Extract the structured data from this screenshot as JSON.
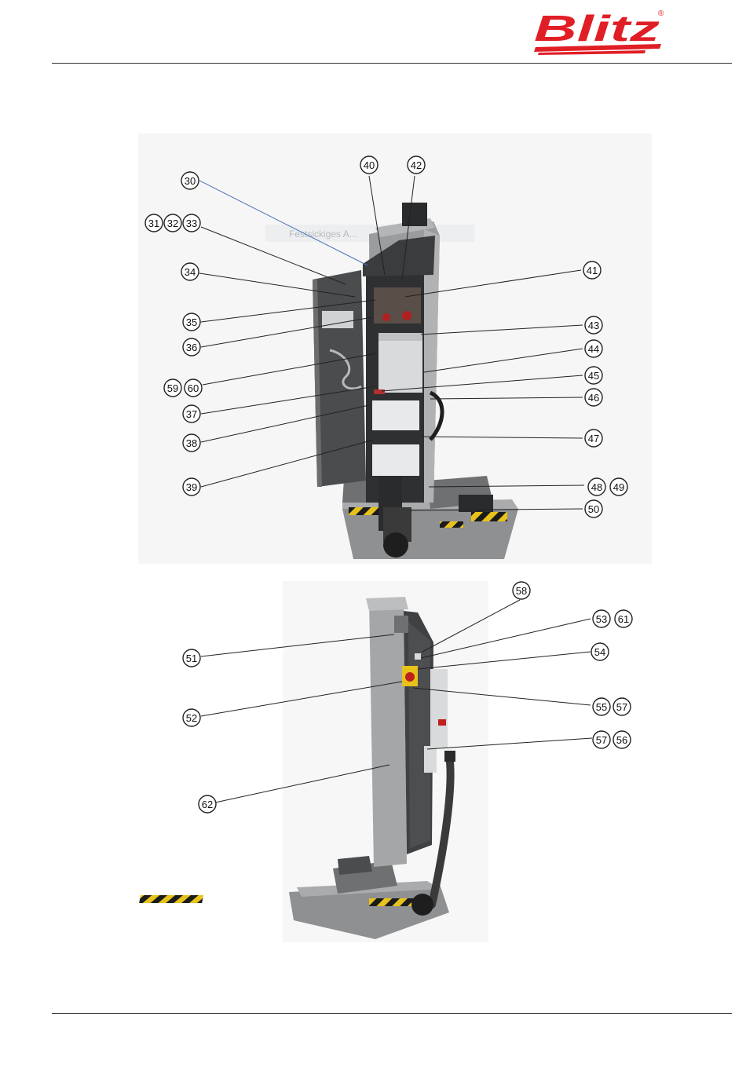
{
  "header": {
    "brand": "Blitz",
    "registered_mark": "®",
    "logo_color": "#e01e26"
  },
  "figure_top": {
    "caption_hint": "Festsickiges A...",
    "callouts": [
      "30",
      "31",
      "32",
      "33",
      "34",
      "35",
      "36",
      "59",
      "60",
      "37",
      "38",
      "39",
      "40",
      "42",
      "41",
      "43",
      "44",
      "45",
      "46",
      "47",
      "48",
      "49",
      "50"
    ]
  },
  "figure_bottom": {
    "callouts": [
      "51",
      "52",
      "62",
      "58",
      "53",
      "61",
      "54",
      "55",
      "57",
      "57",
      "56"
    ]
  },
  "colors": {
    "column_grey": "#9a9c9e",
    "panel_dark": "#3f4143",
    "door_dark": "#4a4c4e",
    "hazard_yellow": "#e8c21a",
    "base_grey": "#8e9092",
    "wheel_black": "#1e1e1e",
    "leader_line": "#222222",
    "blue_leader": "#4a73b8"
  }
}
